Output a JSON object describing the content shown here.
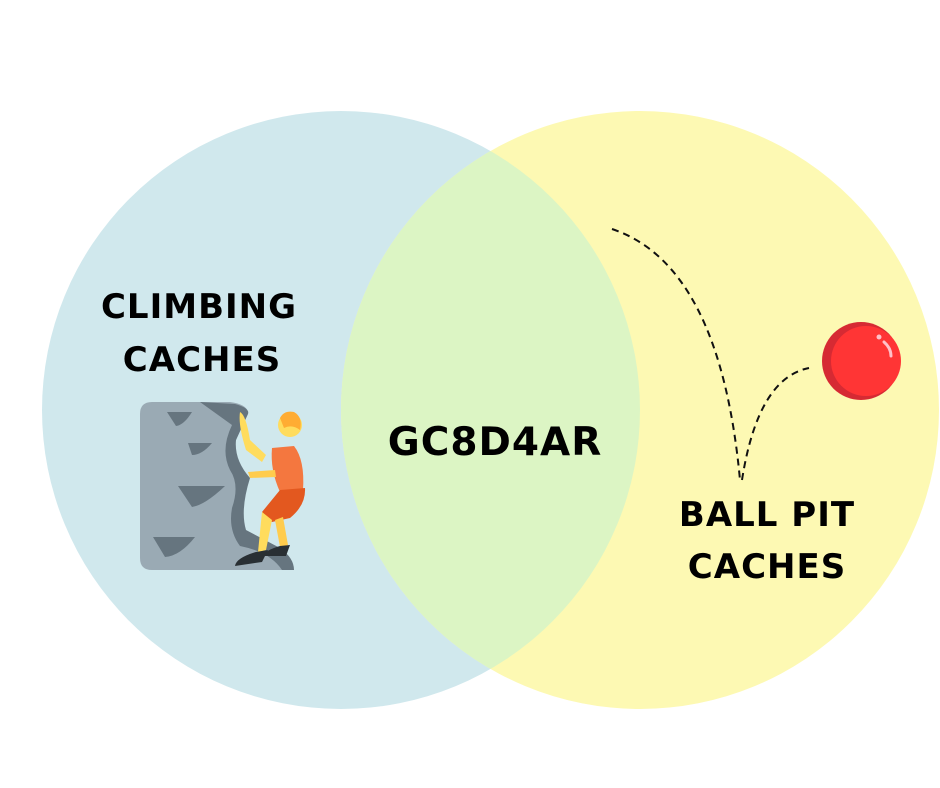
{
  "left_set": {
    "label_line1": "CLIMBING",
    "label_line2": "CACHES",
    "icon": "rock-climber-icon",
    "color": "#d0e8ed"
  },
  "right_set": {
    "label_line1": "BALL PIT",
    "label_line2": "CACHES",
    "icon": "red-ball-icon",
    "color": "#fdf9b3"
  },
  "intersection": {
    "label": "GC8D4AR",
    "color": "#dcf5c4"
  }
}
